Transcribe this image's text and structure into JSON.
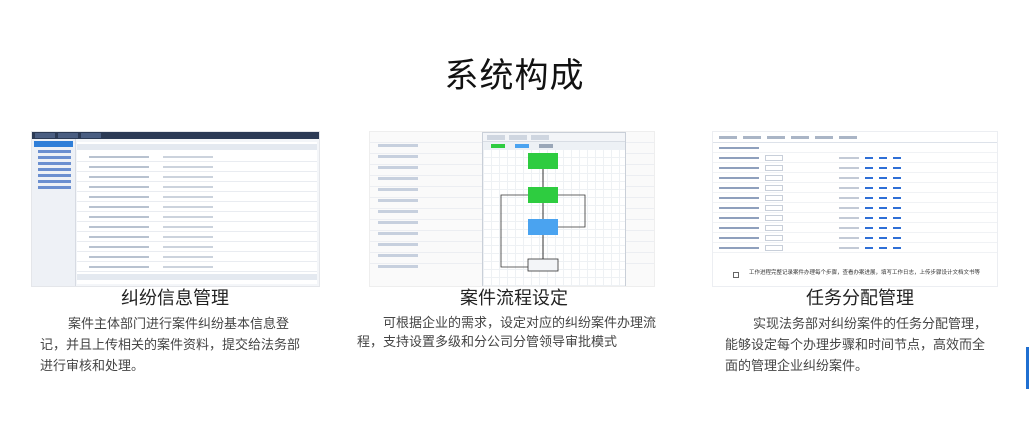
{
  "page": {
    "title": "系统构成"
  },
  "cards": [
    {
      "title": "纠纷信息管理",
      "desc": "案件主体部门进行案件纠纷基本信息登记，并且上传相关的案件资料，提交给法务部进行审核和处理。"
    },
    {
      "title": "案件流程设定",
      "desc": "可根据企业的需求，设定对应的纠纷案件办理流程，支持设置多级和分公司分管领导审批模式"
    },
    {
      "title": "任务分配管理",
      "desc": "实现法务部对纠纷案件的任务分配管理，能够设定每个办理步骤和时间节点，高效而全面的管理企业纠纷案件。"
    }
  ],
  "screenshot3": {
    "note": "工作进程完整记录案件办理每个步骤，查看办案进展，填写工作日志，上传步骤设计文档文书等"
  },
  "colors": {
    "accent": "#1f6fd1",
    "flow_green": "#2ecc40",
    "flow_blue": "#4aa3f0"
  }
}
